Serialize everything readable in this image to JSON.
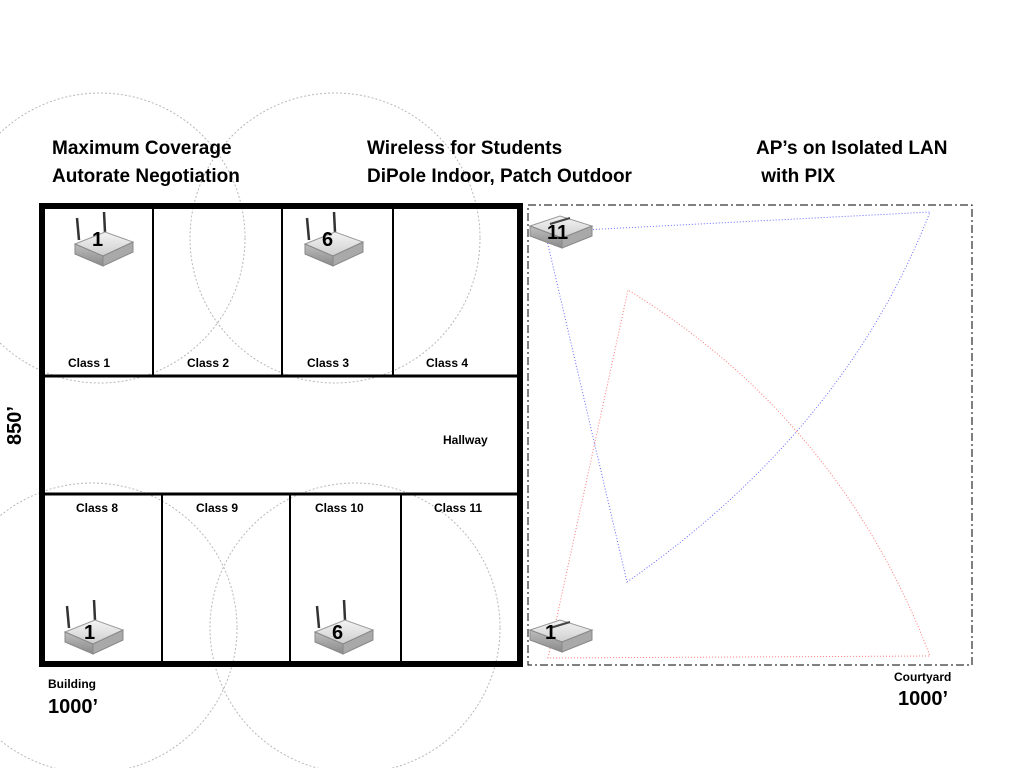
{
  "headings": {
    "col1_line1": "Maximum Coverage",
    "col1_line2": "Autorate Negotiation",
    "col2_line1": "Wireless for Students",
    "col2_line2": "DiPole Indoor, Patch Outdoor",
    "col3_line1": "AP’s on Isolated LAN",
    "col3_line2": " with PIX"
  },
  "building": {
    "label": "Building",
    "width_label": "1000’",
    "height_label": "850’",
    "hallway_label": "Hallway",
    "rooms_top": [
      "Class 1",
      "Class 2",
      "Class 3",
      "Class 4"
    ],
    "rooms_bottom": [
      "Class 8",
      "Class 9",
      "Class 10",
      "Class 11"
    ]
  },
  "courtyard": {
    "label": "Courtyard",
    "width_label": "1000’"
  },
  "access_points": [
    {
      "channel": "1",
      "type": "dipole"
    },
    {
      "channel": "6",
      "type": "dipole"
    },
    {
      "channel": "1",
      "type": "dipole"
    },
    {
      "channel": "6",
      "type": "dipole"
    },
    {
      "channel": "11",
      "type": "patch"
    },
    {
      "channel": "1",
      "type": "patch"
    }
  ],
  "colors": {
    "coverage_circle": "#b8b8b8",
    "patch_blue": "#6a6aff",
    "patch_red": "#ff7a7a",
    "wall": "#000000"
  }
}
